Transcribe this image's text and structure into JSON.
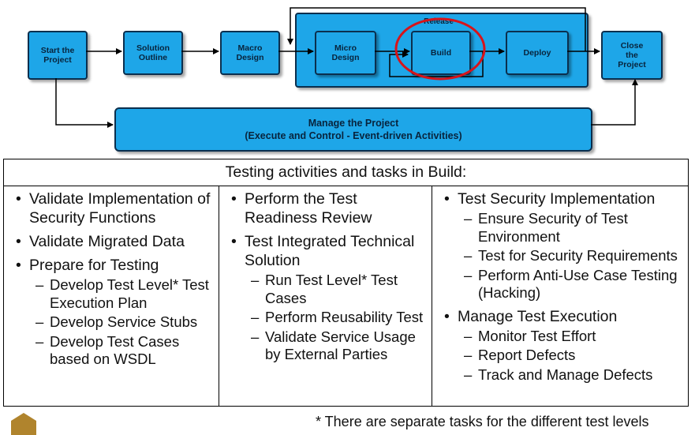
{
  "flow": {
    "start": "Start the\nProject",
    "solution": "Solution\nOutline",
    "macro": "Macro\nDesign",
    "release": "Release",
    "micro": "Micro\nDesign",
    "build": "Build",
    "deploy": "Deploy",
    "close": "Close\nthe\nProject",
    "manage_line1": "Manage the Project",
    "manage_line2": "(Execute and Control - Event-driven Activities)"
  },
  "colors": {
    "box_fill": "#1ea6e8",
    "box_border": "#0b2f4e",
    "highlight_circle": "#d7141a"
  },
  "table": {
    "title": "Testing activities and tasks in Build:",
    "col1": {
      "i1": "Validate Implementation of Security Functions",
      "i2": "Validate Migrated Data",
      "i3": "Prepare for Testing",
      "i3_s1": "Develop Test Level* Test Execution Plan",
      "i3_s2": "Develop Service Stubs",
      "i3_s3": "Develop Test Cases based on WSDL"
    },
    "col2": {
      "i1": "Perform the Test Readiness Review",
      "i2": "Test Integrated Technical Solution",
      "i2_s1": "Run Test Level* Test Cases",
      "i2_s2": "Perform Reusability Test",
      "i2_s3": "Validate Service Usage by External Parties"
    },
    "col3": {
      "i1": "Test Security Implementation",
      "i1_s1": "Ensure Security of Test Environment",
      "i1_s2": "Test for Security Requirements",
      "i1_s3": "Perform Anti-Use Case Testing (Hacking)",
      "i2": "Manage Test Execution",
      "i2_s1": "Monitor Test Effort",
      "i2_s2": "Report Defects",
      "i2_s3": "Track and Manage Defects"
    }
  },
  "footnote": "* There are separate tasks for the different test levels"
}
